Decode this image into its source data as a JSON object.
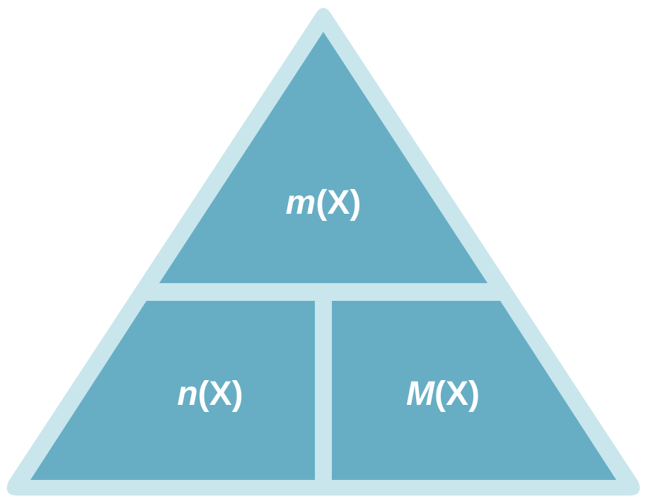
{
  "diagram": {
    "colors": {
      "outer": "#c9e6ec",
      "section": "#67aec5",
      "text": "#ffffff"
    },
    "sections": {
      "top": {
        "var": "m",
        "arg": "(X)"
      },
      "bottom_left": {
        "var": "n",
        "arg": "(X)"
      },
      "bottom_right": {
        "var": "M",
        "arg": "(X)"
      }
    }
  }
}
